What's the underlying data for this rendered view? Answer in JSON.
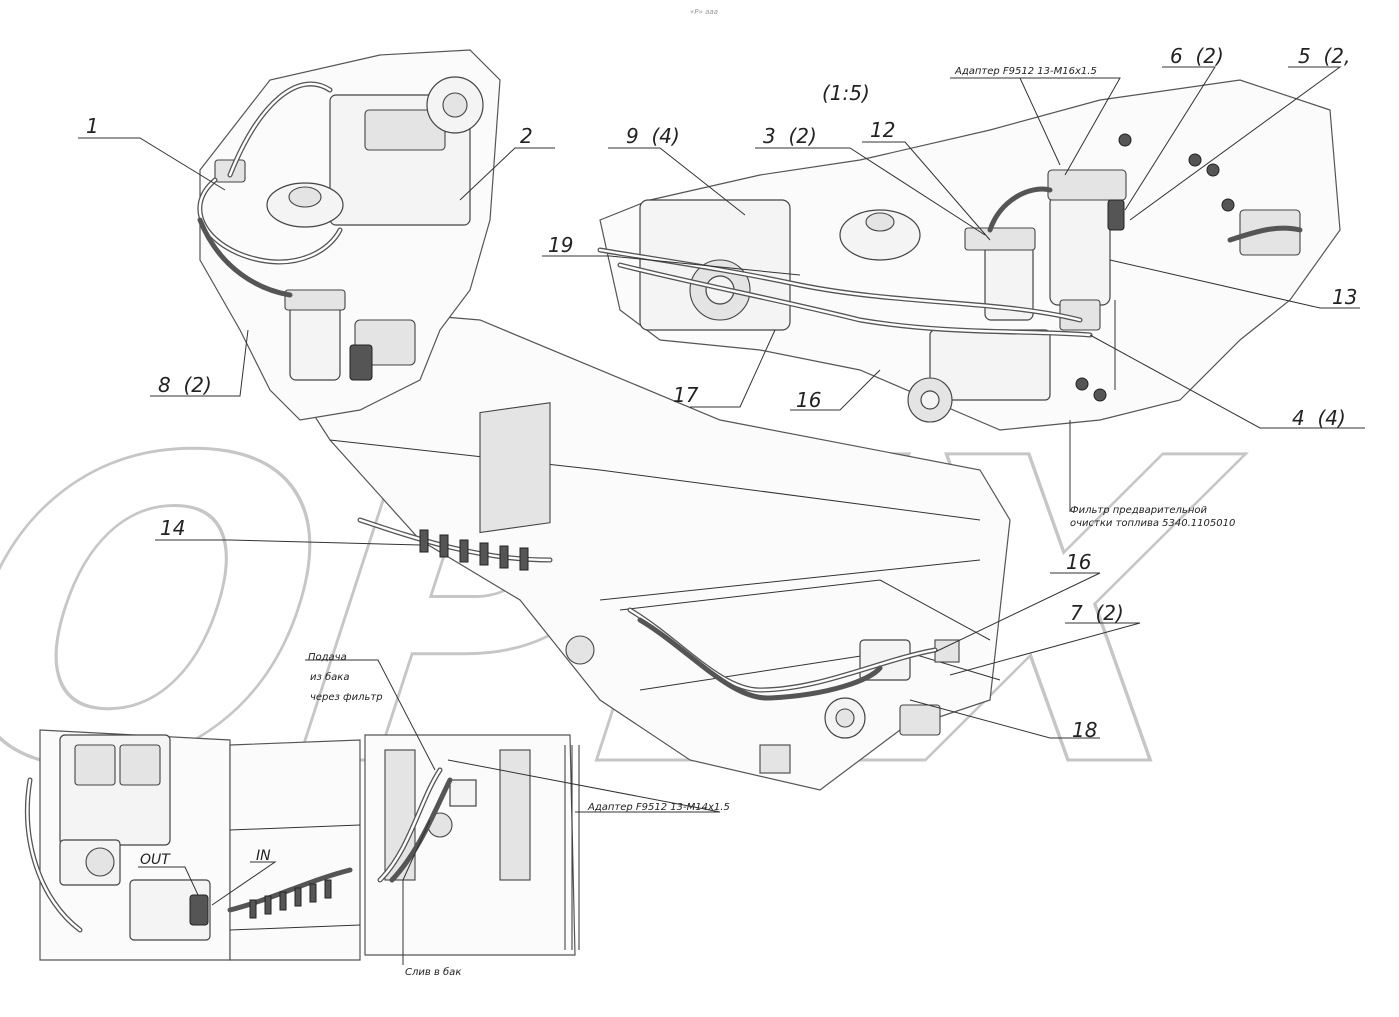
{
  "header_mark": "«Р» ааа",
  "scale_note": "(1:5)",
  "watermark": "OPEX",
  "callouts": [
    {
      "id": "c1",
      "text": "1"
    },
    {
      "id": "c2",
      "text": "2"
    },
    {
      "id": "c3",
      "text": "3  (2)"
    },
    {
      "id": "c4",
      "text": "4  (4)"
    },
    {
      "id": "c5",
      "text": "5  (2,"
    },
    {
      "id": "c6",
      "text": "6  (2)"
    },
    {
      "id": "c7",
      "text": "7  (2)"
    },
    {
      "id": "c8",
      "text": "8  (2)"
    },
    {
      "id": "c9",
      "text": "9  (4)"
    },
    {
      "id": "c12",
      "text": "12"
    },
    {
      "id": "c13",
      "text": "13"
    },
    {
      "id": "c14",
      "text": "14"
    },
    {
      "id": "c16a",
      "text": "16"
    },
    {
      "id": "c16b",
      "text": "16"
    },
    {
      "id": "c17",
      "text": "17"
    },
    {
      "id": "c18",
      "text": "18"
    },
    {
      "id": "c19",
      "text": "19"
    }
  ],
  "notes": {
    "adapter_top": "Адаптер F9512 13-M16x1.5",
    "adapter_bottom": "Адаптер F9512 13-M14x1.5",
    "prefilter_line1": "Фильтр предварительной",
    "prefilter_line2": "очистки топлива 5340.1105010",
    "supply_line1": "Подача",
    "supply_line2": "из бака",
    "supply_line3": "через фильтр",
    "drain": "Слив в бак",
    "out": "OUT",
    "in": "IN"
  }
}
